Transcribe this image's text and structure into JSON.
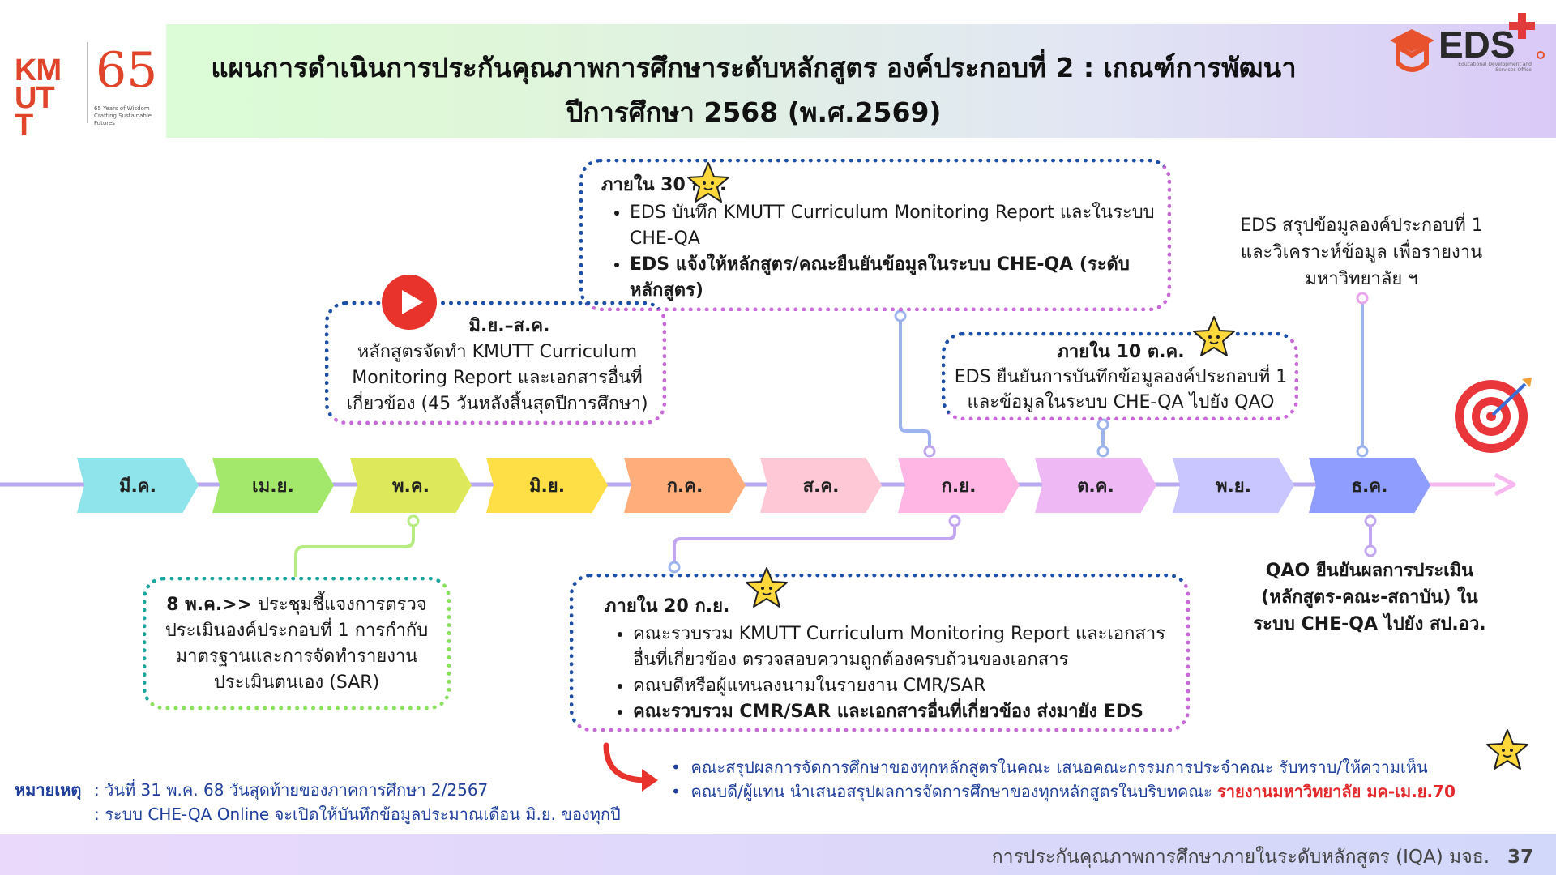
{
  "title": {
    "line1": "แผนการดำเนินการประกันคุณภาพการศึกษาระดับหลักสูตร องค์ประกอบที่ 2 : เกณฑ์การพัฒนา",
    "line2": "ปีการศึกษา 2568 (พ.ศ.2569)"
  },
  "logos": {
    "kmutt": "KMUTT",
    "sixty_five": "65",
    "sixty_five_tag": "65 Years of Wisdom Crafting Sustainable Futures",
    "eds": "EDS",
    "eds_sub": "Educational Development and Services Office"
  },
  "months": [
    "มี.ค.",
    "เม.ย.",
    "พ.ค.",
    "มิ.ย.",
    "ก.ค.",
    "ส.ค.",
    "ก.ย.",
    "ต.ค.",
    "พ.ย.",
    "ธ.ค."
  ],
  "month_colors": [
    "#8fe3ea",
    "#a3e86b",
    "#dde85a",
    "#ffdf45",
    "#ffae7b",
    "#ffc8d6",
    "#ffb6e4",
    "#edb8f4",
    "#c9c5ff",
    "#8f9dff"
  ],
  "box_junaug": {
    "heading": "มิ.ย.–ส.ค.",
    "text": "หลักสูตรจัดทำ KMUTT Curriculum Monitoring Report และเอกสารอื่นที่เกี่ยวข้อง (45 วันหลังสิ้นสุดปีการศึกษา)"
  },
  "box_sep30": {
    "heading": "ภายใน 30 ก.ย.",
    "items": [
      "EDS บันทึก KMUTT Curriculum Monitoring Report และในระบบ CHE-QA",
      "EDS แจ้งให้หลักสูตร/คณะยืนยันข้อมูลในระบบ CHE-QA (ระดับหลักสูตร)"
    ]
  },
  "box_oct10": {
    "heading": "ภายใน 10 ต.ค.",
    "text": "EDS ยืนยันการบันทึกข้อมูลองค์ประกอบที่ 1 และข้อมูลในระบบ CHE-QA ไปยัง QAO"
  },
  "eds_summary": "EDS สรุปข้อมูลองค์ประกอบที่ 1 และวิเคราะห์ข้อมูล เพื่อรายงานมหาวิทยาลัย ฯ",
  "box_may8": {
    "heading": "8 พ.ค.>>",
    "text": "ประชุมชี้แจงการตรวจประเมินองค์ประกอบที่ 1 การกำกับมาตรฐานและการจัดทำรายงานประเมินตนเอง (SAR)"
  },
  "box_sep20": {
    "heading": "ภายใน 20 ก.ย.",
    "items": [
      "คณะรวบรวม KMUTT Curriculum Monitoring Report และเอกสารอื่นที่เกี่ยวข้อง ตรวจสอบความถูกต้องครบถ้วนของเอกสาร",
      "คณบดีหรือผู้แทนลงนามในรายงาน CMR/SAR",
      "คณะรวบรวม CMR/SAR และเอกสารอื่นที่เกี่ยวข้อง ส่งมายัง EDS"
    ]
  },
  "qao_text": "QAO ยืนยันผลการประเมิน (หลักสูตร-คณะ-สถาบัน) ในระบบ CHE-QA ไปยัง สป.อว.",
  "final_notes": {
    "item1": "คณะสรุปผลการจัดการศึกษาของทุกหลักสูตรในคณะ เสนอคณะกรรมการประจำคณะ รับทราบ/ให้ความเห็น",
    "item2_prefix": "คณบดี/ผู้แทน นำเสนอสรุปผลการจัดการศึกษาของทุกหลักสูตรในบริบทคณะ",
    "item2_highlight": "รายงานมหาวิทยาลัย มค-เม.ย.70"
  },
  "remark": {
    "label": "หมายเหตุ",
    "line1": ": วันที่ 31 พ.ค. 68 วันสุดท้ายของภาคการศึกษา 2/2567",
    "line2": ": ระบบ CHE-QA Online จะเปิดให้บันทึกข้อมูลประมาณเดือน มิ.ย. ของทุกปี"
  },
  "footer": {
    "text": "การประกันคุณภาพการศึกษาภายในระดับหลักสูตร (IQA)  มจธ.",
    "page": "37"
  }
}
